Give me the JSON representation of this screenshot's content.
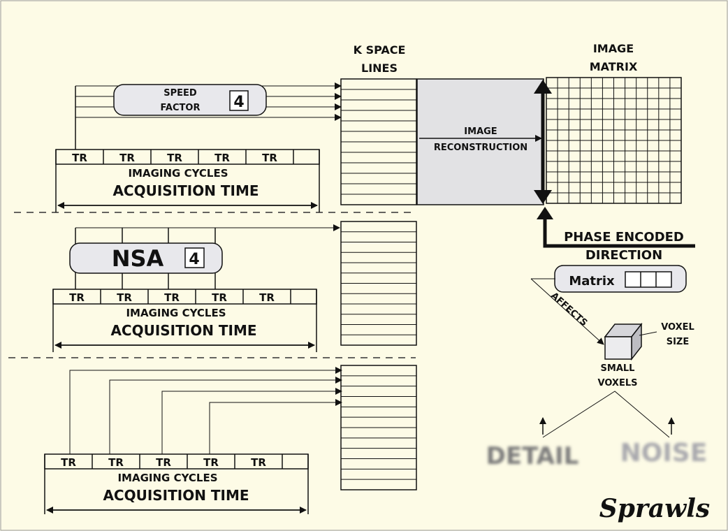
{
  "labels": {
    "k_space_1": "K SPACE",
    "k_space_2": "LINES",
    "image_1": "IMAGE",
    "image_2": "MATRIX",
    "speed_1": "SPEED",
    "speed_2": "FACTOR",
    "speed_value": "4",
    "nsa": "NSA",
    "nsa_value": "4",
    "recon_1": "IMAGE",
    "recon_2": "RECONSTRUCTION",
    "phase_1": "PHASE ENCODED",
    "phase_2": "DIRECTION",
    "matrix": "Matrix",
    "affects": "AFFECTS",
    "voxel_1": "VOXEL",
    "voxel_2": "SIZE",
    "small_1": "SMALL",
    "small_2": "VOXELS",
    "detail": "DETAIL",
    "noise": "NOISE",
    "signature": "Sprawls",
    "imaging_cycles": "IMAGING CYCLES",
    "acquisition_time": "ACQUISITION TIME"
  },
  "rows": [
    {
      "tr_labels": [
        "TR",
        "TR",
        "TR",
        "TR",
        "TR"
      ]
    },
    {
      "tr_labels": [
        "TR",
        "TR",
        "TR",
        "TR",
        "TR"
      ]
    },
    {
      "tr_labels": [
        "TR",
        "TR",
        "TR",
        "TR",
        "TR"
      ]
    }
  ],
  "colors": {
    "background": "#fdfbe6",
    "box": "#e8e8ec",
    "recon": "#e2e2e4",
    "ink": "#111111"
  }
}
